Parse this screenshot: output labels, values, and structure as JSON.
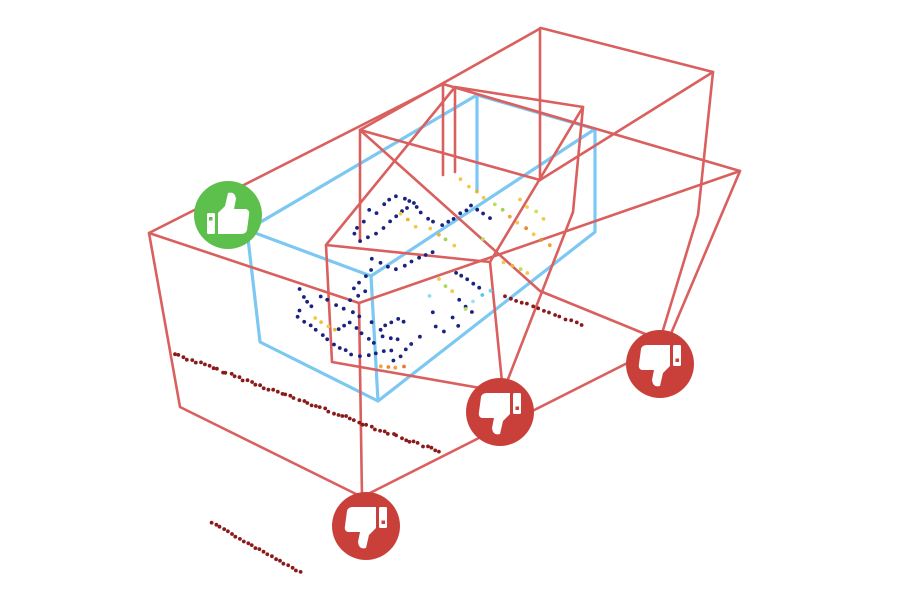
{
  "colors": {
    "proposal_box": "#d9605e",
    "ground_truth_box": "#7cc8f2",
    "positive_badge": "#5dbf4c",
    "negative_badge": "#c9403b",
    "ground_points": "#8b1a1a",
    "object_points": "#1a237e"
  },
  "badges": [
    {
      "kind": "positive",
      "icon": "thumbs-up-icon"
    },
    {
      "kind": "negative",
      "icon": "thumbs-down-icon"
    },
    {
      "kind": "negative",
      "icon": "thumbs-down-icon"
    },
    {
      "kind": "negative",
      "icon": "thumbs-down-icon"
    }
  ]
}
